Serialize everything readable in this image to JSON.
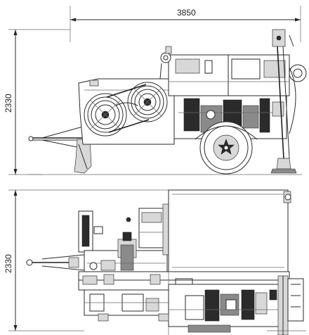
{
  "dimensions": {
    "length_label": "3850",
    "side_height_label": "2330",
    "top_width_label": "2330"
  }
}
